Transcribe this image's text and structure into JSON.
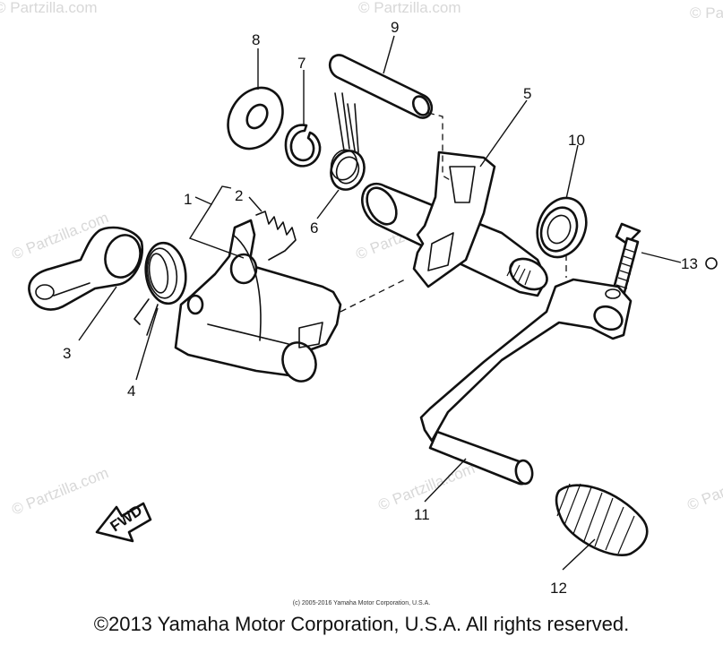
{
  "callouts": [
    "1",
    "2",
    "3",
    "4",
    "5",
    "6",
    "7",
    "8",
    "9",
    "10",
    "11",
    "12",
    "13"
  ],
  "watermark": "© Partzilla.com",
  "fwd_label": "FWD",
  "small_copyright": "(c) 2005-2016 Yamaha Motor Corporation, U.S.A.",
  "copyright": "©2013 Yamaha Motor Corporation, U.S.A. All rights reserved."
}
